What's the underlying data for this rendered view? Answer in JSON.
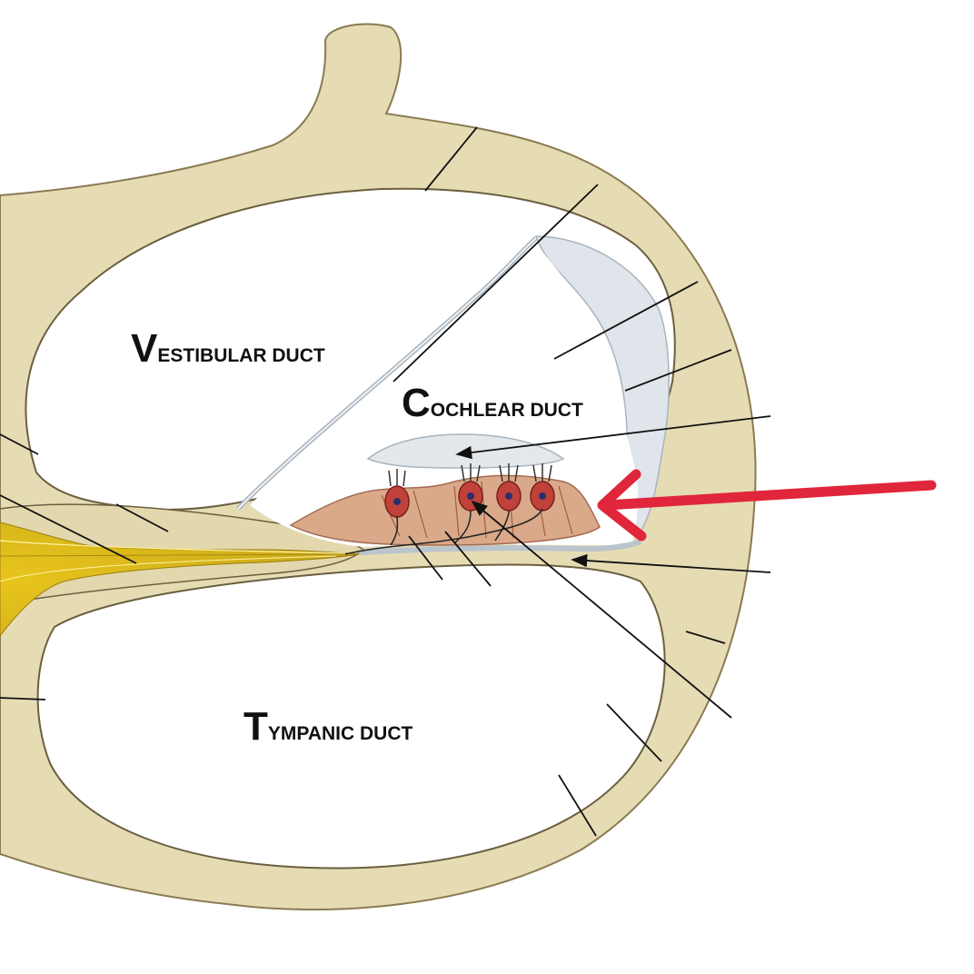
{
  "labels": {
    "vestibular": {
      "initial": "V",
      "rest": "ESTIBULAR DUCT"
    },
    "cochlear": {
      "initial": "C",
      "rest": "OCHLEAR DUCT"
    },
    "tympanic": {
      "initial": "T",
      "rest": "YMPANIC DUCT"
    }
  },
  "colors": {
    "bone": "#e6dcb4",
    "bone_outline": "#8a7a52",
    "membrane": "#c9d3db",
    "organ": "#d9a98a",
    "hair_cell": "#c0423a",
    "nerve": "#d9b820",
    "pointer_red": "#e0263a",
    "leader": "#111111"
  }
}
